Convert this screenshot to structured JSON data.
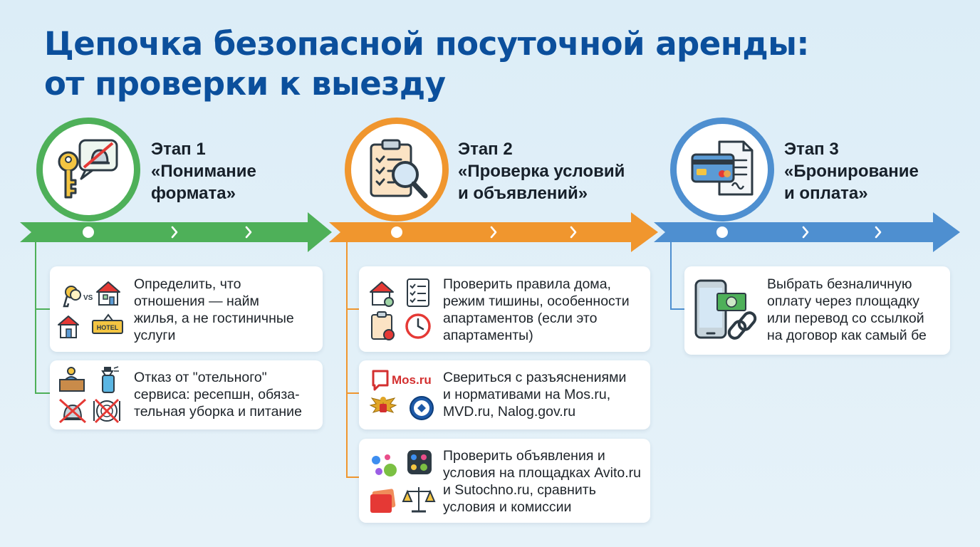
{
  "title": {
    "line1": "Цепочка безопасной посуточной аренды:",
    "line2": "от проверки к выезду"
  },
  "colors": {
    "stage1": "#4eb059",
    "stage2": "#f0962e",
    "stage3": "#4e8fd0",
    "title": "#0b4f9c"
  },
  "stages": [
    {
      "label": "Этап 1",
      "title_line1": "«Понимание",
      "title_line2": "формата»",
      "icon": "key-and-reception-bell-icon",
      "cards": [
        {
          "text": "Определить, что\nотношения — найм\nжилья, а не гостиничные\nуслуги",
          "icons": [
            "keys-icon",
            "house-icon",
            "house-icon",
            "hotel-sign-icon"
          ],
          "badge": "VS",
          "hotel_label": "HOTEL"
        },
        {
          "text": "Отказ от \"отельного\"\nсервиса: ресепшн, обяза-\nтельная уборка и питание",
          "icons": [
            "reception-desk-icon",
            "spray-bottle-icon",
            "no-bell-icon",
            "no-dining-icon"
          ]
        }
      ]
    },
    {
      "label": "Этап 2",
      "title_line1": "«Проверка условий",
      "title_line2": "и объявлений»",
      "icon": "clipboard-magnifier-icon",
      "cards": [
        {
          "text": "Проверить правила дома,\nрежим тишины, особенности\nапартаментов (если это\nапартаменты)",
          "icons": [
            "house-settings-icon",
            "checklist-icon",
            "calendar-clipboard-icon",
            "clock-icon"
          ]
        },
        {
          "text": "Свериться с разъяснениями\nи нормативами на Mos.ru,\nMVD.ru, Nalog.gov.ru",
          "icons": [
            "mos-ru-logo",
            "mvd-emblem",
            "tax-service-emblem"
          ],
          "mos_label": "Mos.ru"
        },
        {
          "text": "Проверить объявления и\nусловия на площадках Avito.ru\nи Sutochno.ru, сравнить\nусловия и комиссии",
          "icons": [
            "avito-logo",
            "sutochno-logo",
            "cards-icon",
            "scales-icon"
          ]
        }
      ]
    },
    {
      "label": "Этап 3",
      "title_line1": "«Бронирование",
      "title_line2": "и оплата»",
      "icon": "card-and-invoice-icon",
      "cards": [
        {
          "text": "Выбрать безналичную\nоплату через площадку\nили перевод со ссылкой\nна договор как самый бе",
          "icons": [
            "phone-payment-icon",
            "chain-link-icon"
          ]
        }
      ]
    }
  ]
}
